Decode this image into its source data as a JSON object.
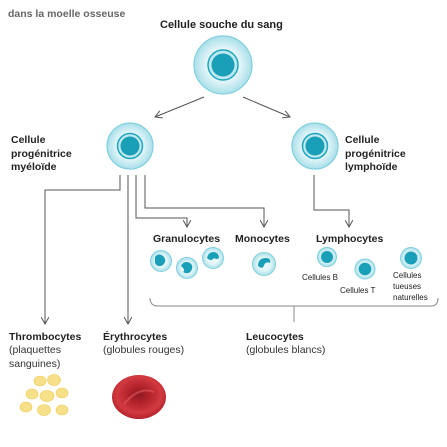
{
  "header": "dans la moelle osseuse",
  "stem_cell": "Cellule souche du sang",
  "myeloid": "Cellule\nprogénitrice\nmyéloïde",
  "lymphoid": "Cellule\nprogénitrice\nlymphoïde",
  "granulocytes": "Granulocytes",
  "monocytes": "Monocytes",
  "lymphocytes": "Lymphocytes",
  "b_cells": "Cellules B",
  "t_cells": "Cellules T",
  "nk_cells": "Cellules\ntueuses\nnaturelles",
  "thrombocytes": {
    "title": "Thrombocytes",
    "sub": "(plaquettes\nsanguines)"
  },
  "erythrocytes": {
    "title": "Érythrocytes",
    "sub": "(globules rouges)"
  },
  "leucocytes": {
    "title": "Leucocytes",
    "sub": "(globules blancs)"
  },
  "colors": {
    "cell_outer": "#bfe8ef",
    "cell_ring": "#1fa6bf",
    "cell_nucleus": "#1a9fb8",
    "line": "#555555",
    "platelet": "#f7e08a",
    "erythrocyte": "#c0262f"
  }
}
